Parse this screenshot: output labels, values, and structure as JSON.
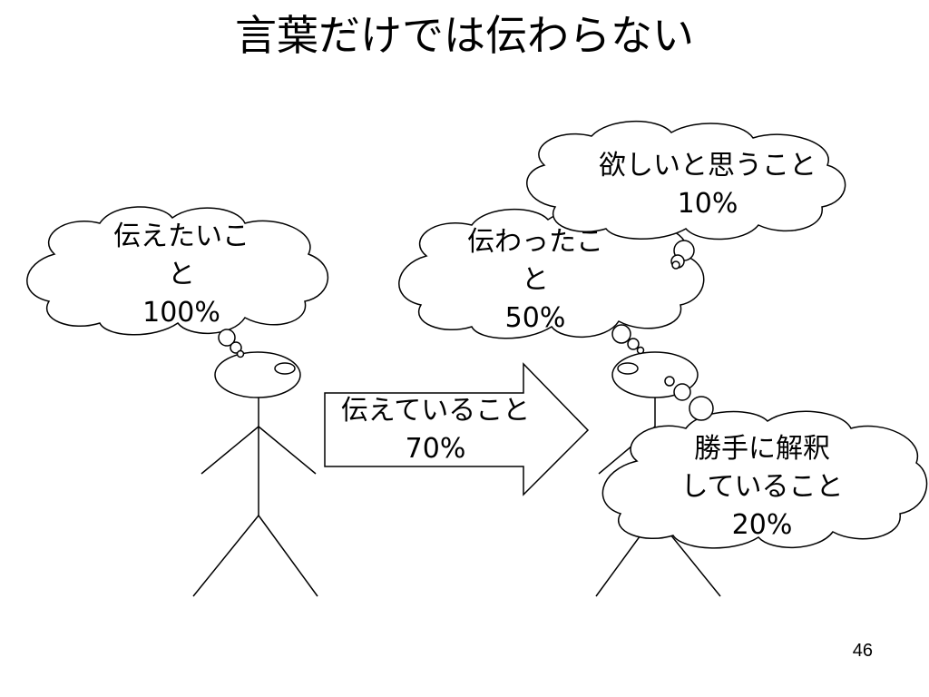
{
  "slide": {
    "title": "言葉だけでは伝わらない",
    "page_number": "46"
  },
  "bubbles": {
    "sender": {
      "line1": "伝えたいこ",
      "line2": "と",
      "percent": "100%"
    },
    "received": {
      "line1": "伝わったこ",
      "line2": "と",
      "percent": "50%"
    },
    "wish": {
      "line1": "欲しいと思うこと",
      "percent": "10%"
    },
    "interpret": {
      "line1": "勝手に解釈",
      "line2": "していること",
      "percent": "20%"
    }
  },
  "arrow": {
    "line1": "伝えていること",
    "percent": "70%"
  }
}
